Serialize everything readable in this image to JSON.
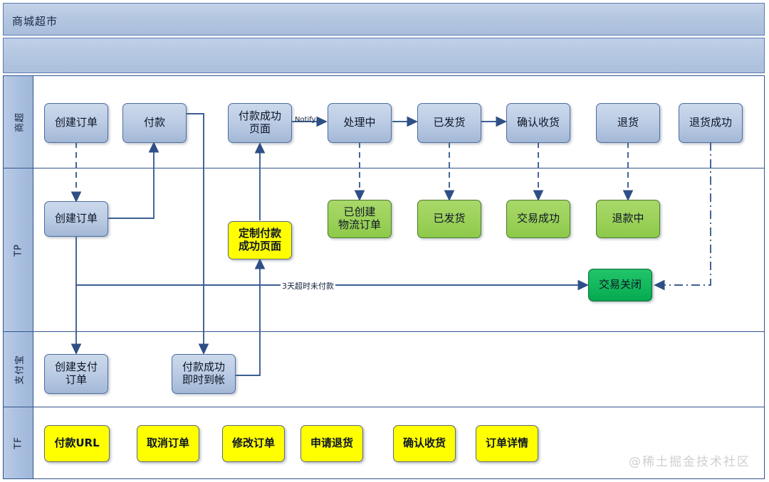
{
  "header": {
    "title": "商城超市"
  },
  "lanes": [
    {
      "id": "shangchao",
      "label": "商超"
    },
    {
      "id": "tp",
      "label": "TP"
    },
    {
      "id": "alipay",
      "label": "支付宝"
    },
    {
      "id": "tf",
      "label": "TF"
    }
  ],
  "nodes": {
    "shangchao": [
      {
        "id": "sc-create-order",
        "label": "创建订单",
        "style": "blue"
      },
      {
        "id": "sc-pay",
        "label": "付款",
        "style": "blue"
      },
      {
        "id": "sc-pay-success",
        "label": "付款成功\n页面",
        "style": "blue"
      },
      {
        "id": "sc-processing",
        "label": "处理中",
        "style": "blue"
      },
      {
        "id": "sc-shipped",
        "label": "已发货",
        "style": "blue"
      },
      {
        "id": "sc-confirm",
        "label": "确认收货",
        "style": "blue"
      },
      {
        "id": "sc-return",
        "label": "退货",
        "style": "blue"
      },
      {
        "id": "sc-return-success",
        "label": "退货成功",
        "style": "blue"
      }
    ],
    "tp": [
      {
        "id": "tp-create-order",
        "label": "创建订单",
        "style": "blue"
      },
      {
        "id": "tp-custom-page",
        "label": "定制付款\n成功页面",
        "style": "yellow"
      },
      {
        "id": "tp-logistics",
        "label": "已创建\n物流订单",
        "style": "green"
      },
      {
        "id": "tp-shipped",
        "label": "已发货",
        "style": "green"
      },
      {
        "id": "tp-trade-success",
        "label": "交易成功",
        "style": "green"
      },
      {
        "id": "tp-refunding",
        "label": "退款中",
        "style": "green"
      },
      {
        "id": "tp-trade-closed",
        "label": "交易关闭",
        "style": "emerald"
      }
    ],
    "alipay": [
      {
        "id": "ap-create-pay-order",
        "label": "创建支付\n订单",
        "style": "blue"
      },
      {
        "id": "ap-pay-instant",
        "label": "付款成功\n即时到帐",
        "style": "blue"
      }
    ],
    "tf": [
      {
        "id": "tf-pay-url",
        "label": "付款URL",
        "style": "yellow"
      },
      {
        "id": "tf-cancel-order",
        "label": "取消订单",
        "style": "yellow"
      },
      {
        "id": "tf-modify-order",
        "label": "修改订单",
        "style": "yellow"
      },
      {
        "id": "tf-apply-return",
        "label": "申请退货",
        "style": "yellow"
      },
      {
        "id": "tf-confirm-recv",
        "label": "确认收货",
        "style": "yellow"
      },
      {
        "id": "tf-order-detail",
        "label": "订单详情",
        "style": "yellow"
      }
    ]
  },
  "edge_labels": [
    {
      "id": "notify-label",
      "text": "Notify"
    },
    {
      "id": "timeout-label",
      "text": "3天超时未付款"
    }
  ],
  "watermark": "@稀土掘金技术社区",
  "colors": {
    "lane_border": "#32548f",
    "lane_header": "#a9bfdf",
    "connector": "#3a5f93",
    "blue_node": "#bdcde5",
    "green_node": "#9ed25c",
    "emerald_node": "#12b85c",
    "yellow_node": "#ffff00"
  }
}
